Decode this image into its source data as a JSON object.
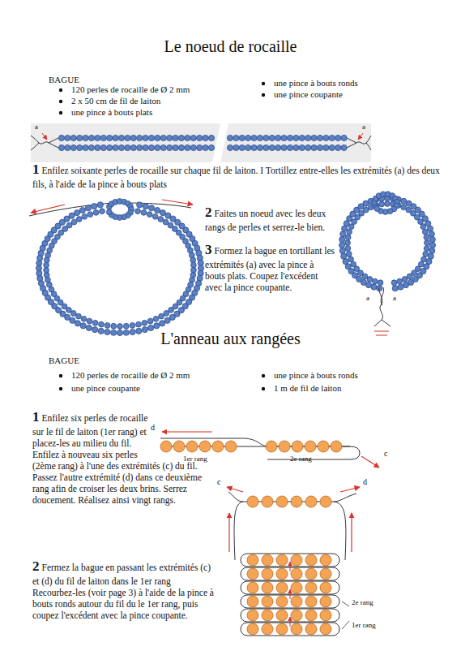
{
  "diagram": {
    "title": "Le noeud de rocaille",
    "labels": [
      "BAGUE",
      "120 perles de rocaille de Ø 2 mm",
      "2 x 50 cm de fil de laiton",
      "une pince à bouts plats",
      "une pince à bouts ronds",
      "une pince coupante",
      "a",
      "a",
      "1",
      "Enfilez soixante perles de rocaille sur chaque fil de laiton. I Tortillez entre-elles les extrémités (a) des deux fils, à l'aide de la pince à bouts plats",
      "2",
      "Faites un noeud avec les deux rangs de perles et serrez-le bien.",
      "3",
      "Formez la bague en tortillant les extrémités (a) avec la pince à bouts plats. Coupez l'excédent avec la pince coupante.",
      "a",
      "a",
      "L'anneau aux rangées",
      "BAGUE",
      "120 perles de rocaille de Ø 2 mm",
      "une pince coupante",
      "une pince à bouts ronds",
      "1 m de fil de laiton",
      "1",
      "Enfilez six perles de rocaille sur le fil de laiton (1er rang) et placez-les au milieu du fil. Enfilez à nouveau six perles (2ème rang) à l'une des extrémités (c) du fil. Passez l'autre extrémité (d) dans ce deuxième rang afin de croiser les deux brins. Serrez doucement. Réalisez ainsi vingt rangs.",
      "2",
      "Fermez la bague en passant les extrémités (c) et (d) du fil de laiton dans le 1er rang Recourbez-les (voir page 3) à l'aide de la pince à bouts ronds autour du fil du le 1er rang, puis coupez l'excédent avec la pince coupante.",
      "d",
      "c",
      "1er rang",
      "2e rang",
      "c",
      "d",
      "2e rang",
      "1er rang"
    ]
  }
}
